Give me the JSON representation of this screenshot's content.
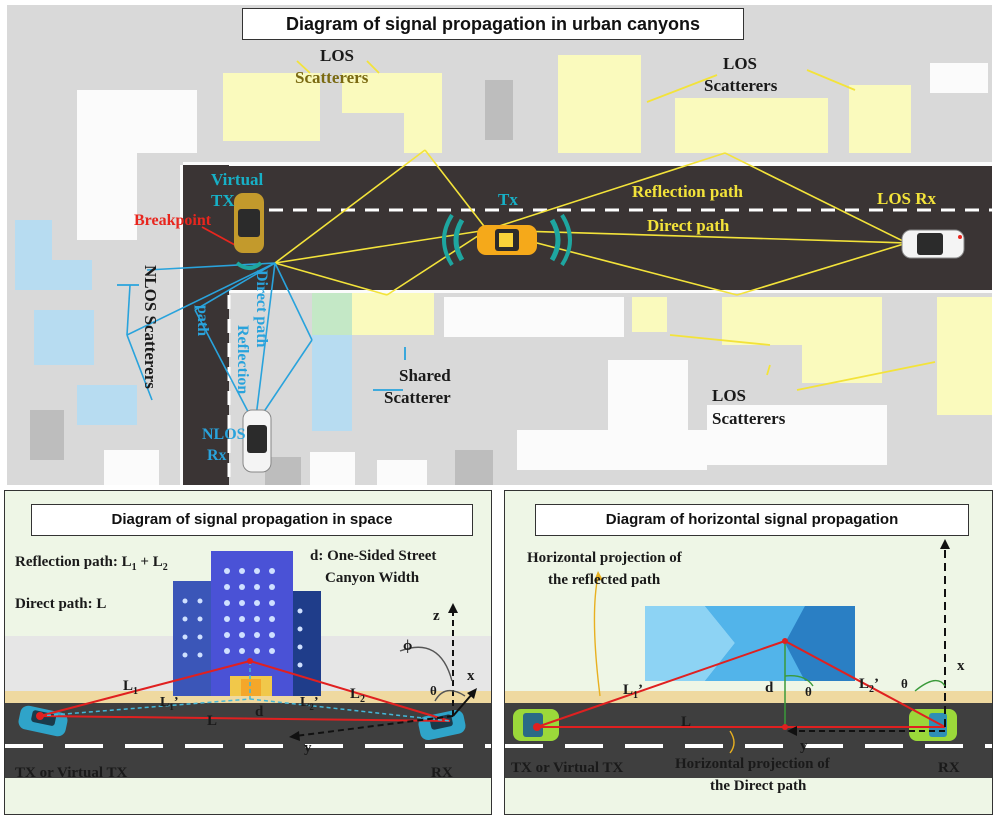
{
  "top": {
    "title": "Diagram of signal propagation in urban canyons",
    "labels": {
      "los_scatterers_1a": "LOS",
      "los_scatterers_1b": "Scatterers",
      "los_scatterers_2a": "LOS",
      "los_scatterers_2b": "Scatterers",
      "los_scatterers_3a": "LOS",
      "los_scatterers_3b": "Scatterers",
      "virtual_tx_a": "Virtual",
      "virtual_tx_b": "TX",
      "breakpoint": "Breakpoint",
      "tx": "Tx",
      "reflection_path": "Reflection path",
      "direct_path": "Direct path",
      "los_rx": "LOS Rx",
      "nlos_scatterers": "NLOS Scatterers",
      "direct_path_vertical": "Direct path",
      "reflection_path_vertical_a": "Reflection",
      "reflection_path_vertical_b": "path",
      "shared_scatterer_a": "Shared",
      "shared_scatterer_b": "Scatterer",
      "nlos_rx_a": "NLOS",
      "nlos_rx_b": "Rx"
    }
  },
  "bottom_left": {
    "title": "Diagram of signal propagation in space",
    "reflection_path_label": "Reflection path: L",
    "reflection_sub1": "1",
    "reflection_plus": " + L",
    "reflection_sub2": "2",
    "direct_path_label": "Direct path: L",
    "d_label_a": "d: One-Sided Street",
    "d_label_b": "Canyon Width",
    "L1": "L",
    "L1_sub": "1",
    "L1p": "L",
    "L1p_sub": "1",
    "L1p_mark": "’",
    "L2": "L",
    "L2_sub": "2",
    "L2p": "L",
    "L2p_sub": "2",
    "L2p_mark": "’",
    "L": "L",
    "d": "d",
    "phi": "ϕ",
    "theta": "θ",
    "z": "z",
    "x": "x",
    "y": "y",
    "tx": "TX or Virtual TX",
    "rx": "RX"
  },
  "bottom_right": {
    "title": "Diagram of horizontal signal propagation",
    "proj_reflected_a": "Horizontal projection of",
    "proj_reflected_b": "the reflected path",
    "L1p": "L",
    "L1p_sub": "1",
    "L1p_mark": "’",
    "L2p": "L",
    "L2p_sub": "2",
    "L2p_mark": "’",
    "L": "L",
    "d": "d",
    "theta1": "θ",
    "theta2": "θ",
    "x": "x",
    "y": "y",
    "tx": "TX or Virtual TX",
    "proj_direct_a": "Horizontal projection of",
    "proj_direct_b": "the Direct path",
    "rx": "RX"
  },
  "colors": {
    "road": "#3a3434",
    "ground": "#d9d9d9",
    "los_building": "#fafabd",
    "nlos_building": "#b7dcf1",
    "white_building": "#fbfbfb",
    "gray_building": "#bdbdbd",
    "los_path": "#f3e33a",
    "nlos_path": "#29a3dc",
    "wave": "#1ea6a0",
    "red_path": "#e02020",
    "panel_bg": "#eef6e6"
  }
}
